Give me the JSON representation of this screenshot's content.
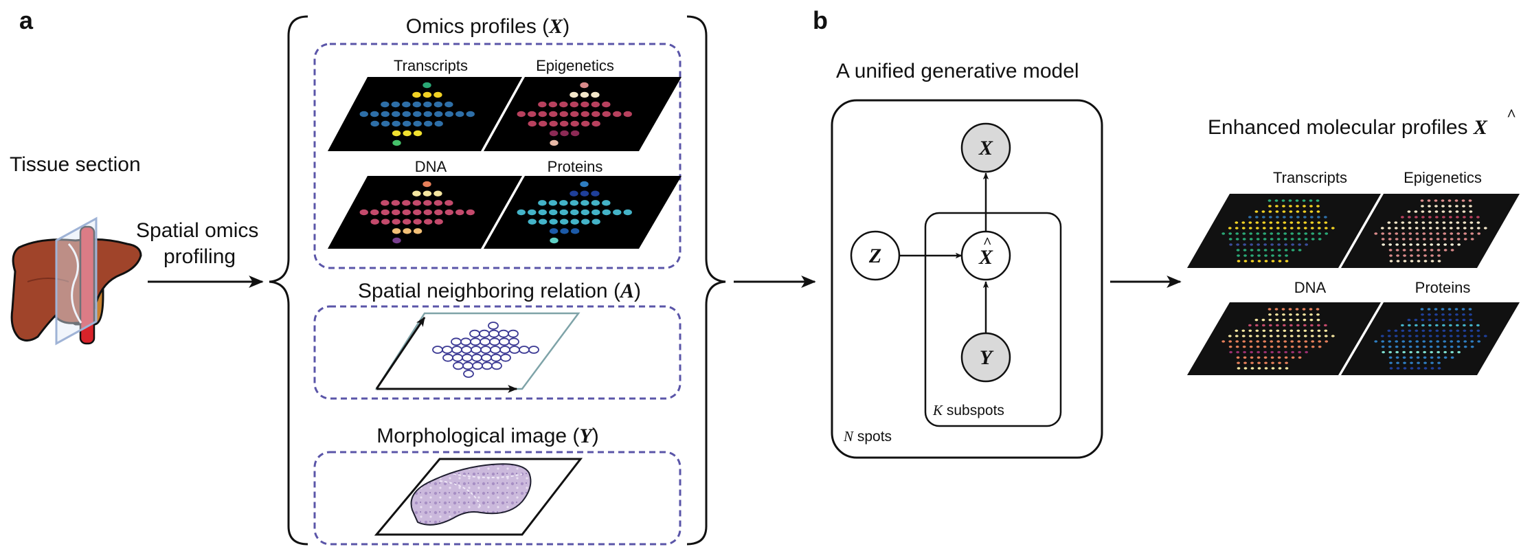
{
  "panel_a": {
    "letter": "a",
    "tissue_section": "Tissue section",
    "profiling_line1": "Spatial omics",
    "profiling_line2": "profiling",
    "omics_title_text": "Omics profiles",
    "omics_title_symbol": "X",
    "modalities": [
      "Transcripts",
      "Epigenetics",
      "DNA",
      "Proteins"
    ],
    "spatial_title_text": "Spatial neighboring relation",
    "spatial_title_symbol": "A",
    "morph_title_text": "Morphological image",
    "morph_title_symbol": "Y"
  },
  "panel_b": {
    "letter": "b",
    "model_title": "A unified generative model",
    "nodes": {
      "x": "X",
      "z": "Z",
      "xhat": "X",
      "y": "Y"
    },
    "inner_plate_symbol": "K",
    "inner_plate_text": "subspots",
    "outer_plate_symbol": "N",
    "outer_plate_text": "spots",
    "enhanced_title_text": "Enhanced molecular profiles",
    "enhanced_title_symbol": "X",
    "enhanced_modalities": [
      "Transcripts",
      "Epigenetics",
      "DNA",
      "Proteins"
    ]
  },
  "colors": {
    "dashed_box": "#5a55a8",
    "node_fill": "#d9d9d9",
    "liver": "#a0442a",
    "vessel": "#d8232a",
    "plane_outline": "#9fb3d6",
    "transcripts": [
      "#f2d224",
      "#2aa876",
      "#2e6fa8",
      "#45c16a",
      "#f0e030",
      "#3a4d9a"
    ],
    "epigenetics": [
      "#f3e6c9",
      "#d98a8a",
      "#b8415e",
      "#e7b8a6",
      "#8c2a55",
      "#f5f0d8"
    ],
    "dna": [
      "#f5e6a0",
      "#e67f5a",
      "#c44a6c",
      "#7a3f8f",
      "#f3c077",
      "#9b2f6f"
    ],
    "proteins": [
      "#1f3f9a",
      "#2e7dc1",
      "#44b3c8",
      "#5fd0c4",
      "#1c5aa8",
      "#7ee0d0"
    ],
    "neighbor": "#3c3a94",
    "morph_fill": "#c9b7da"
  }
}
